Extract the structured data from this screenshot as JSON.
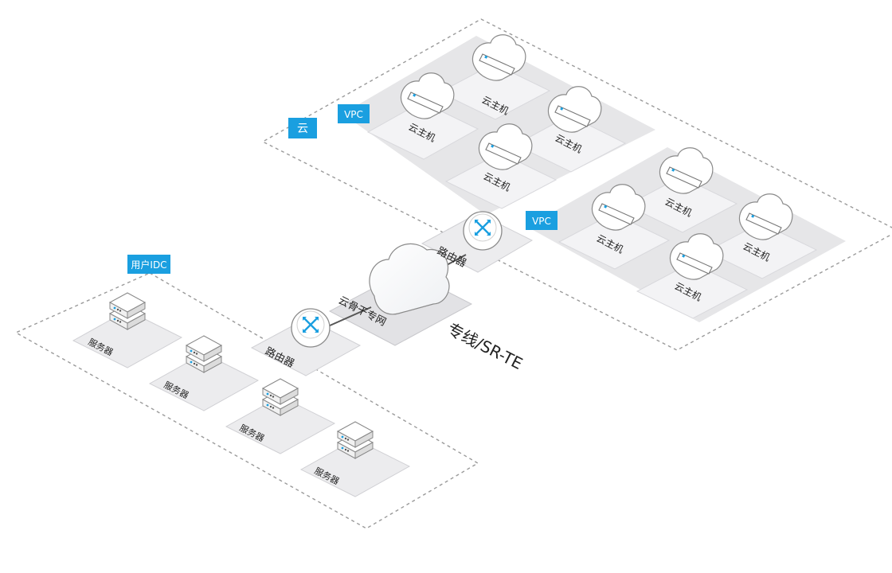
{
  "zones": {
    "cloud": "云",
    "vpc_left": "VPC",
    "vpc_right": "VPC",
    "idc": "用户IDC"
  },
  "cloud_hosts": {
    "vpc_left": [
      "云主机",
      "云主机",
      "云主机",
      "云主机"
    ],
    "vpc_right": [
      "云主机",
      "云主机",
      "云主机",
      "云主机"
    ]
  },
  "servers": [
    "服务器",
    "服务器",
    "服务器",
    "服务器"
  ],
  "routers": {
    "cloud_side": "路由器",
    "idc_side": "路由器"
  },
  "backbone": "云骨干专网",
  "link_label": "专线/SR-TE",
  "colors": {
    "accent": "#1a9fe0",
    "tile": "#ececee",
    "vpc_bg": "#e6e6e8",
    "outline": "#9a9a9a"
  }
}
